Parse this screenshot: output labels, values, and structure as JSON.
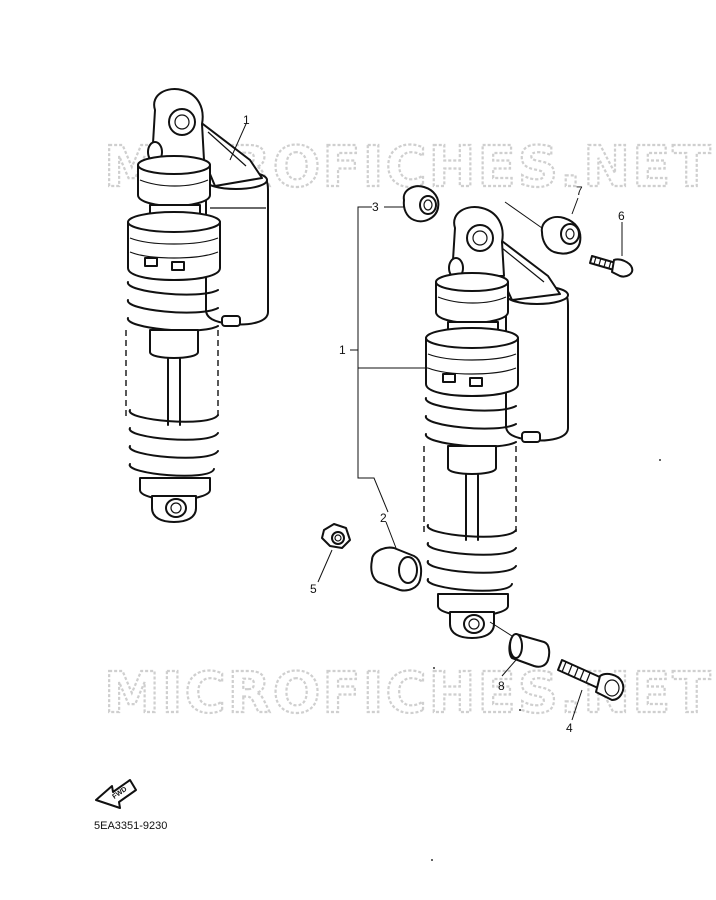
{
  "watermark": {
    "top": "MICROFICHES.NET",
    "bottom": "MICROFICHES.NET"
  },
  "callouts": {
    "left_assembly": "1",
    "right_assembly": "1",
    "bushing": "2",
    "damper": "3",
    "bolt": "4",
    "nut": "5",
    "screw": "6",
    "bushing_top": "7",
    "collar": "8"
  },
  "fwd_label": "FWD",
  "diagram_code": "5EA3351-9230"
}
